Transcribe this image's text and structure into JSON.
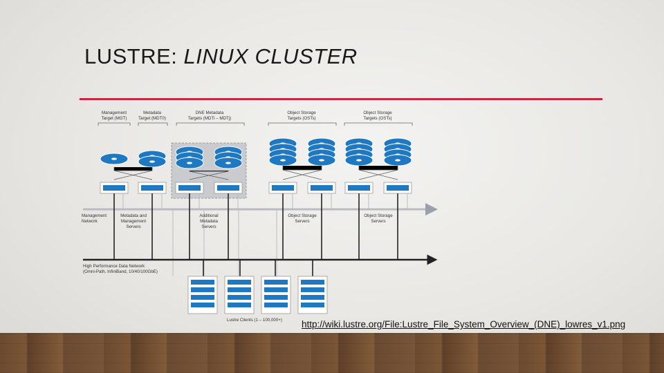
{
  "slide": {
    "title_part1": "LUSTRE:",
    "title_part2": "LINUX CLUSTER",
    "source_url": "http://wiki.lustre.org/File:Lustre_File_System_Overview_(DNE)_lowres_v1.png"
  },
  "diagram": {
    "top_labels": [
      {
        "line1": "Management",
        "line2": "Target (MGT)"
      },
      {
        "line1": "Metadata",
        "line2": "Target (MDT0)"
      },
      {
        "line1": "DNE Metadata",
        "line2": "Targets (MDTi – MDTj)"
      },
      {
        "line1": "Object Storage",
        "line2": "Targets (OSTs)"
      },
      {
        "line1": "Object Storage",
        "line2": "Targets (OSTs)"
      }
    ],
    "mgmt_network": {
      "line1": "Management",
      "line2": "Network"
    },
    "server_labels": [
      {
        "line1": "Metadata and",
        "line2": "Management",
        "line3": "Servers"
      },
      {
        "line1": "Additional",
        "line2": "Metadata",
        "line3": "Servers"
      },
      {
        "line1": "Object Storage",
        "line2": "Servers",
        "line3": ""
      },
      {
        "line1": "Object Storage",
        "line2": "Servers",
        "line3": ""
      }
    ],
    "hpn": {
      "line1": "High Performance Data  Network",
      "line2": "(Omni-Path, InfiniBand, 10/40/100GbE)"
    },
    "clients_label": "Lustre Clients (1 – 100,000+)",
    "colors": {
      "blue": "#1e78c2",
      "line": "#222222",
      "gray_bus": "#b8bcc2"
    }
  }
}
